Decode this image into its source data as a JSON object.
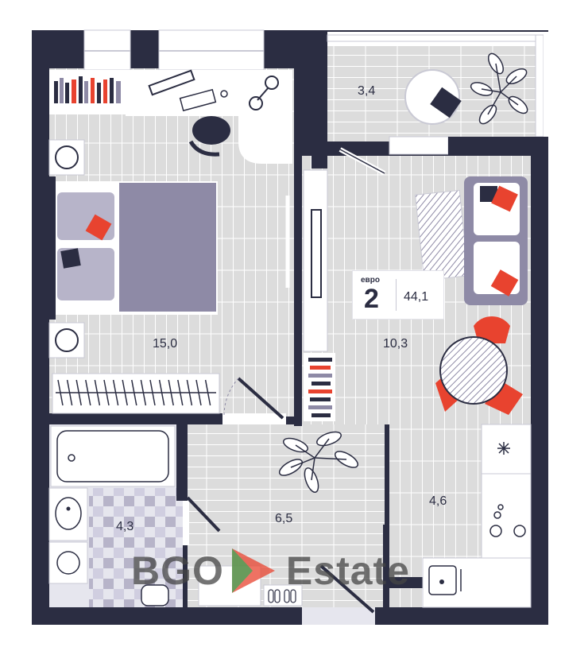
{
  "colors": {
    "wall": "#2b2d42",
    "floor": "#dcdcdc",
    "floor_line": "#ffffff",
    "furniture": "#8e8aa6",
    "accent": "#e8432f",
    "tile_dark": "#9c98b4",
    "tile_light": "#e6e6ee"
  },
  "rooms": {
    "bedroom": "15,0",
    "living": "10,3",
    "balcony": "3,4",
    "bathroom": "4,3",
    "hall": "6,5",
    "kitchen": "4,6"
  },
  "badge": {
    "kind": "евро",
    "rooms": "2",
    "area": "44,1"
  },
  "watermark": {
    "left": "BGO",
    "right": "Estate"
  }
}
